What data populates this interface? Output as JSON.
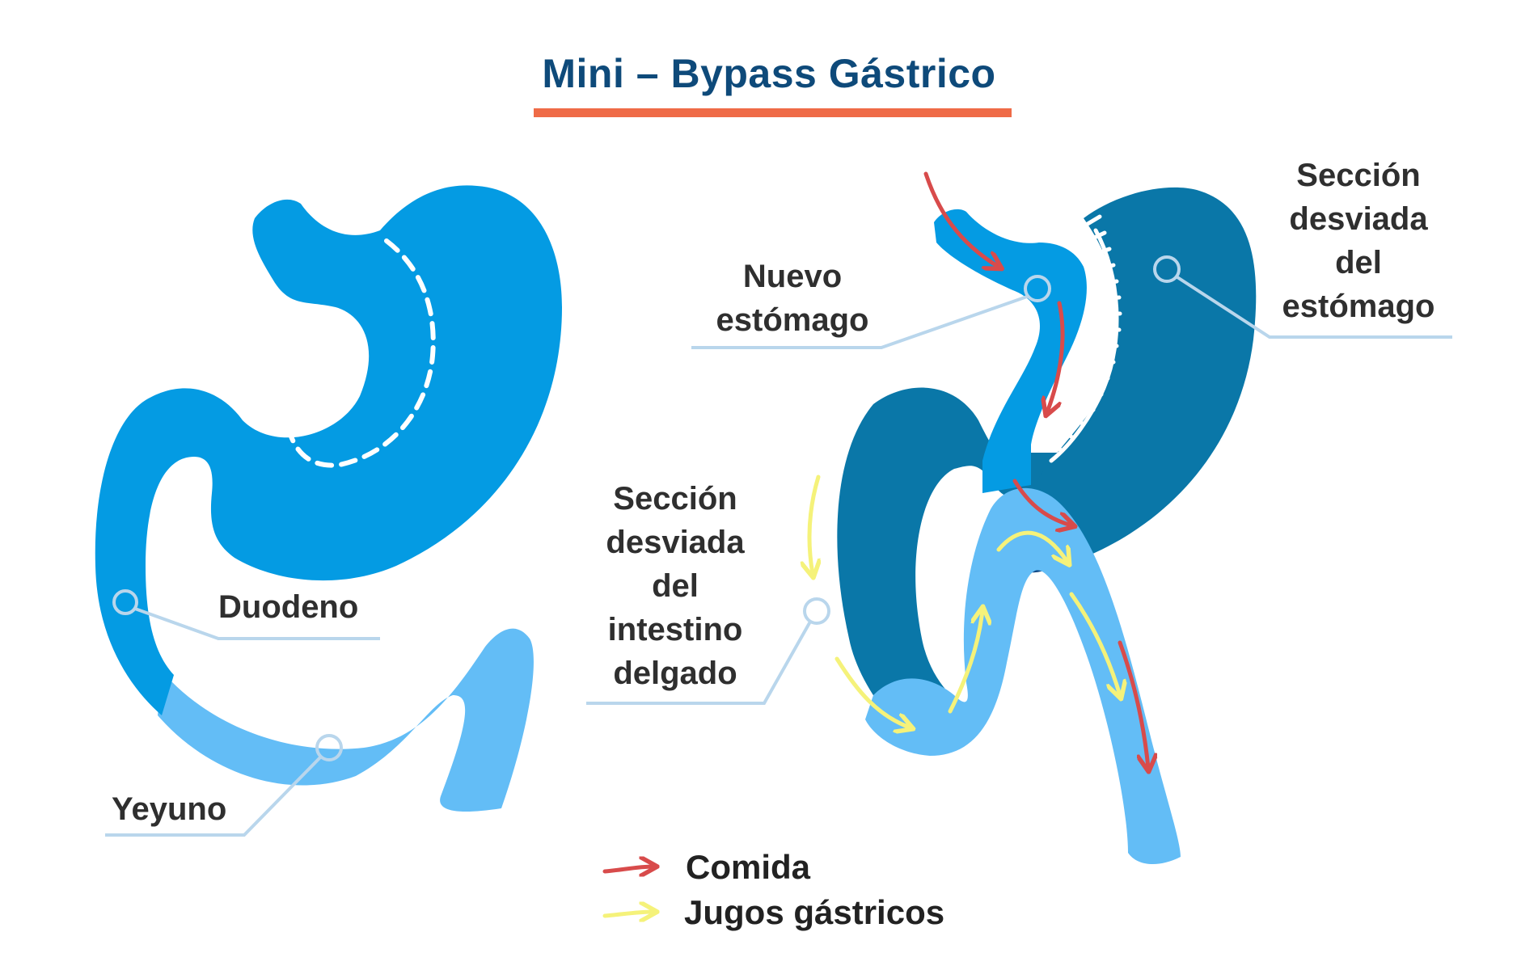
{
  "title": "Mini – Bypass Gástrico",
  "colors": {
    "title": "#0e4a7a",
    "underline": "#ef6b47",
    "stomach": "#049be3",
    "diverted": "#0a77a8",
    "intestine": "#63bdf6",
    "food_arrow": "#d84b4b",
    "juice_arrow": "#f5f27a",
    "leader_line": "#b9d6ec"
  },
  "labels": {
    "duodeno": "Duodeno",
    "yeyuno": "Yeyuno",
    "nuevo_estomago": [
      "Nuevo",
      "estómago"
    ],
    "seccion_estomago": [
      "Sección",
      "desviada",
      "del",
      "estómago"
    ],
    "seccion_intestino": [
      "Sección",
      "desviada",
      "del",
      "intestino",
      "delgado"
    ]
  },
  "legend": {
    "food": "Comida",
    "juices": "Jugos gástricos"
  }
}
